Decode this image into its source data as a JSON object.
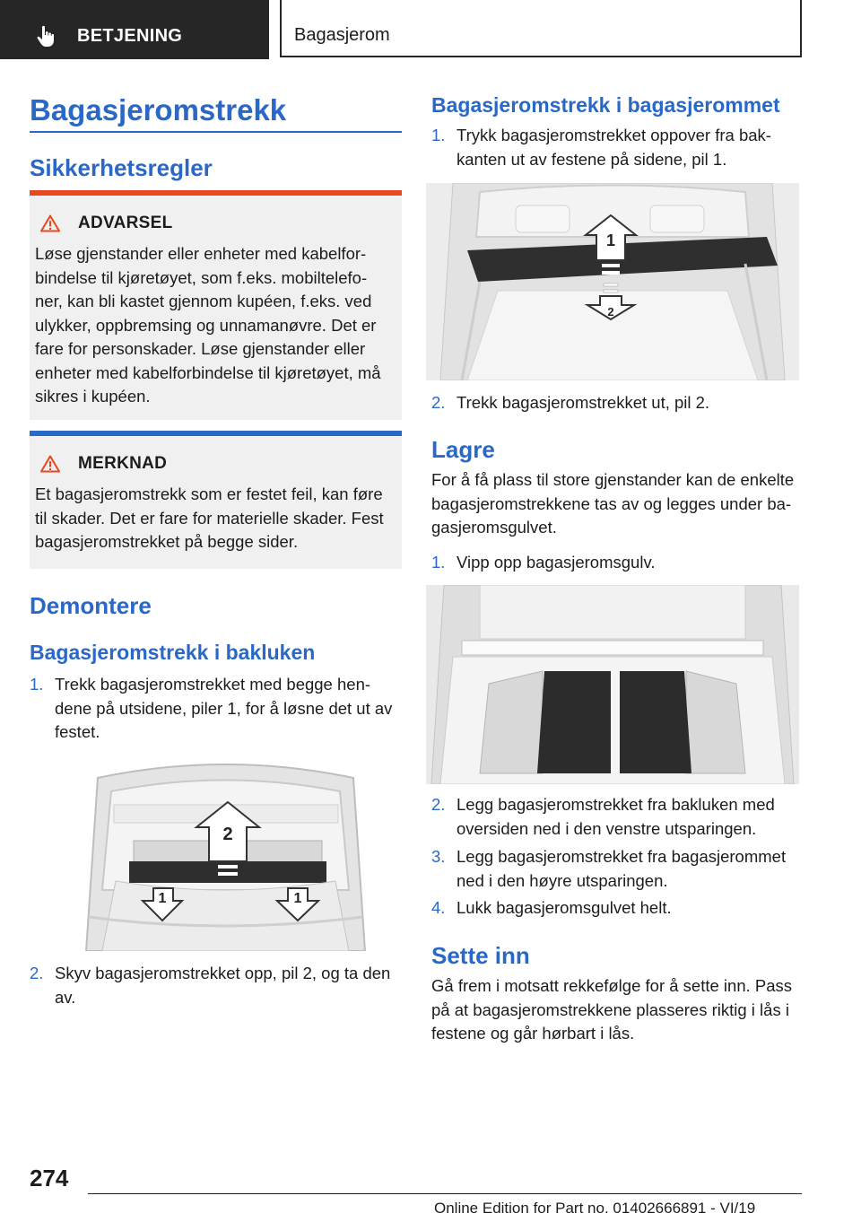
{
  "header": {
    "section": "BETJENING",
    "title": "Bagasjerom"
  },
  "left": {
    "h1": "Bagasjeromstrekk",
    "h2_safety": "Sikkerhetsregler",
    "warning": {
      "title": "ADVARSEL",
      "lines": [
        "Løse gjenstander eller enheter med kabelfor-",
        "bindelse til kjøretøyet, som f.eks. mobiltelefo-",
        "ner, kan bli kastet gjennom kupéen, f.eks. ved",
        "ulykker, oppbremsing og unnamanøvre. Det er",
        "fare for personskader. Løse gjenstander eller",
        "enheter med kabelforbindelse til kjøretøyet, må",
        "sikres i kupéen."
      ],
      "accent": "#e8471f"
    },
    "note": {
      "title": "MERKNAD",
      "lines": [
        "Et bagasjeromstrekk som er festet feil, kan føre",
        "til skader. Det er fare for materielle skader. Fest",
        "bagasjeromstrekket på begge sider."
      ],
      "accent": "#2a68c8"
    },
    "h2_remove": "Demontere",
    "h3_tailgate": "Bagasjeromstrekk i bakluken",
    "steps": [
      {
        "num": "1.",
        "lines": [
          "Trekk bagasjeromstrekket med begge hen-",
          "dene på utsidene, piler 1, for å løsne det ut av",
          "festet."
        ]
      },
      {
        "num": "2.",
        "lines": [
          "Skyv bagasjeromstrekket opp, pil 2, og ta den",
          "av."
        ]
      }
    ],
    "fig_labels": {
      "up": "2",
      "left": "1",
      "right": "1"
    }
  },
  "right": {
    "h3_trunk": "Bagasjeromstrekk i bagasjerommet",
    "steps_trunk": [
      {
        "num": "1.",
        "lines": [
          "Trykk bagasjeromstrekket oppover fra bak-",
          "kanten ut av festene på sidene, pil 1."
        ]
      },
      {
        "num": "2.",
        "lines": [
          "Trekk bagasjeromstrekket ut, pil 2."
        ]
      }
    ],
    "fig_labels": {
      "up": "1",
      "down": "2"
    },
    "h2_store": "Lagre",
    "store_para": [
      "For å få plass til store gjenstander kan de enkelte",
      "bagasjeromstrekkene tas av og legges under ba-",
      "gasjeromsgulvet."
    ],
    "steps_store_1": {
      "num": "1.",
      "lines": [
        "Vipp opp bagasjeromsgulv."
      ]
    },
    "steps_store": [
      {
        "num": "2.",
        "lines": [
          "Legg bagasjeromstrekket fra bakluken med",
          "oversiden ned i den venstre utsparingen."
        ]
      },
      {
        "num": "3.",
        "lines": [
          "Legg bagasjeromstrekket fra bagasjerommet",
          "ned i den høyre utsparingen."
        ]
      },
      {
        "num": "4.",
        "lines": [
          "Lukk bagasjeromsgulvet helt."
        ]
      }
    ],
    "h2_insert": "Sette inn",
    "insert_para": [
      "Gå frem i motsatt rekkefølge for å sette inn. Pass",
      "på at bagasjeromstrekkene plasseres riktig i lås i",
      "festene og går hørbart i lås."
    ]
  },
  "footer": {
    "page": "274",
    "edition": "Online Edition for Part no. 01402666891 - VI/19"
  }
}
